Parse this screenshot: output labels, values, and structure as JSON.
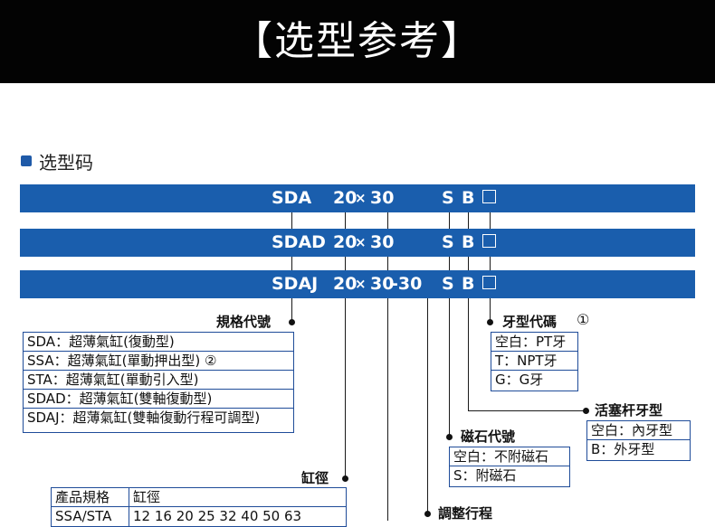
{
  "header": {
    "title": "【选型参考】"
  },
  "section": {
    "title": "选型码",
    "icon": "square-bullet-icon"
  },
  "codes": [
    {
      "model": "SDA",
      "size": "20",
      "times": "×",
      "stroke": "30",
      "adj": "",
      "s": "S",
      "b": "B"
    },
    {
      "model": "SDAD",
      "size": "20",
      "times": "×",
      "stroke": "30",
      "adj": "",
      "s": "S",
      "b": "B"
    },
    {
      "model": "SDAJ",
      "size": "20",
      "times": "×",
      "stroke": "30",
      "adj": "-30",
      "s": "S",
      "b": "B"
    }
  ],
  "spec": {
    "label": "規格代號",
    "rows": [
      "SDA：超薄氣缸(復動型)",
      "SSA：超薄氣缸(單動押出型) ②",
      "STA：超薄氣缸(單動引入型)",
      "SDAD：超薄氣缸(雙軸復動型)",
      "SDAJ：超薄氣缸(雙軸復動行程可調型)"
    ]
  },
  "thread": {
    "label": "牙型代碼",
    "note": "①",
    "rows": [
      "空白：PT牙",
      "T：NPT牙",
      "G：G牙"
    ]
  },
  "rod": {
    "label": "活塞杆牙型",
    "rows": [
      "空白：內牙型",
      "B：外牙型"
    ]
  },
  "magnet": {
    "label": "磁石代號",
    "rows": [
      "空白：不附磁石",
      "S：附磁石"
    ]
  },
  "bore": {
    "label": "缸徑",
    "headers": [
      "產品規格",
      "缸徑"
    ],
    "rows": [
      [
        "SSA/STA",
        "12 16 20 25 32 40 50 63"
      ]
    ]
  },
  "adjust": {
    "label": "調整行程"
  },
  "colors": {
    "band": "#1a5ead",
    "header": "#030303",
    "table_border": "#1f4c99"
  }
}
